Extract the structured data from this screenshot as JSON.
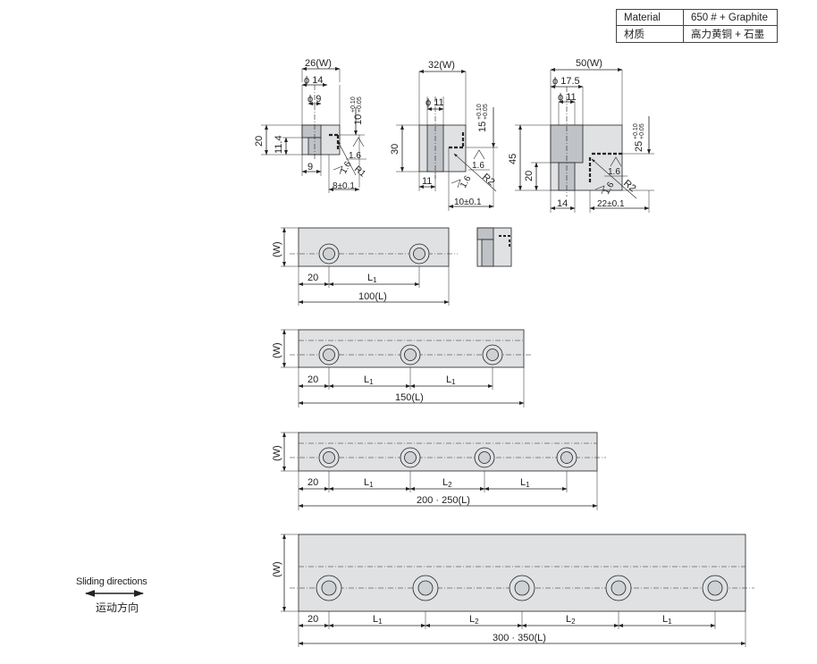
{
  "material_table": {
    "rows": [
      {
        "key": "Material",
        "value": "650 # + Graphite"
      },
      {
        "key": "材质",
        "value": "高力黄铜 + 石墨"
      }
    ]
  },
  "legend": {
    "sliding_en": "Sliding directions",
    "sliding_zh": "运动方向"
  },
  "sections": {
    "w26": {
      "width": "26(W)",
      "bore_outer": "ϕ 14",
      "bore_inner": "ϕ 9",
      "height": "20",
      "bore_height": "11.4",
      "top_offset": "10",
      "tol": [
        "+0.10",
        "+0.05"
      ],
      "bottom": "9",
      "side": "8±0.1",
      "rough": "1.6",
      "rough2": "1.6",
      "radius": "R1"
    },
    "w32": {
      "width": "32(W)",
      "bore": "ϕ 11",
      "height": "30",
      "top_offset": "15",
      "tol": [
        "+0.10",
        "+0.05"
      ],
      "bottom": "11",
      "side": "10±0.1",
      "rough": "1.6",
      "rough2": "1.6",
      "radius": "R2"
    },
    "w50": {
      "width": "50(W)",
      "bore_outer": "ϕ 17.5",
      "bore_inner": "ϕ 11",
      "height": "45",
      "bore_height": "20",
      "top_offset": "25",
      "tol": [
        "+0.10",
        "+0.05"
      ],
      "bottom": "14",
      "side": "22±0.1",
      "rough": "1.6",
      "rough2": "1.6",
      "radius": "R2"
    }
  },
  "plates": {
    "p100": {
      "w": "(W)",
      "start": "20",
      "spans": [
        "L1"
      ],
      "length": "100(L)"
    },
    "p150": {
      "w": "(W)",
      "start": "20",
      "spans": [
        "L1",
        "L1"
      ],
      "length": "150(L)"
    },
    "p200": {
      "w": "(W)",
      "start": "20",
      "spans": [
        "L1",
        "L2",
        "L1"
      ],
      "length": "200 · 250(L)"
    },
    "p300": {
      "w": "(W)",
      "start": "20",
      "spans": [
        "L1",
        "L2",
        "L2",
        "L1"
      ],
      "length": "300 · 350(L)"
    }
  }
}
